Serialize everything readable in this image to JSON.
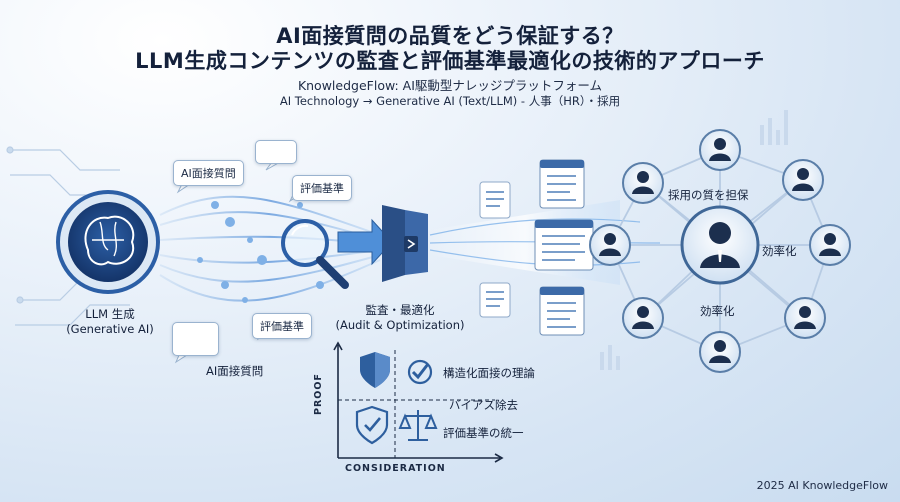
{
  "header": {
    "title_line1": "AI面接質問の品質をどう保証する？",
    "title_line2": "LLM生成コンテンツの監査と評価基準最適化の技術的アプローチ",
    "subtitle": "KnowledgeFlow: AI駆動型ナレッジプラットフォーム",
    "category": "AI Technology → Generative AI (Text/LLM) - 人事（HR）・採用"
  },
  "left": {
    "llm_label_line1": "LLM 生成",
    "llm_label_line2": "(Generative AI)",
    "bubble_top_question": "AI面接質問",
    "bubble_top_criteria": "評価基準",
    "bubble_bottom_criteria": "評価基準",
    "bottom_question_label": "AI面接質問"
  },
  "middle": {
    "audit_line1": "監査・最適化",
    "audit_line2": "(Audit & Optimization)"
  },
  "matrix": {
    "y_axis": "PROOF",
    "x_axis": "CONSIDERATION",
    "items": [
      "構造化面接の理論",
      "バイアス除去",
      "評価基準の統一"
    ]
  },
  "network": {
    "label_quality": "採用の質を担保",
    "label_efficiency_right": "効率化",
    "label_efficiency_bottom": "効率化"
  },
  "footer": {
    "copyright": "2025 AI KnowledgeFlow"
  },
  "colors": {
    "accent": "#2f6db5",
    "dark": "#1b2a44",
    "panel": "#ffffff"
  }
}
